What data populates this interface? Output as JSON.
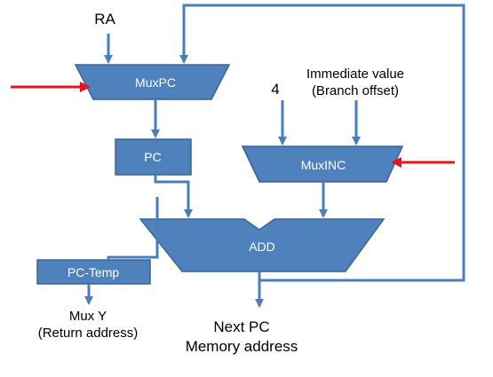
{
  "blocks": {
    "muxpc": "MuxPC",
    "pc": "PC",
    "muxinc": "MuxINC",
    "add": "ADD",
    "pc_temp": "PC-Temp"
  },
  "inputs": {
    "ra": "RA",
    "four": "4",
    "immediate_line1": "Immediate value",
    "immediate_line2": "(Branch offset)"
  },
  "outputs": {
    "mux_y_line1": "Mux Y",
    "mux_y_line2": "(Return address)",
    "next_pc_line1": "Next PC",
    "next_pc_line2": "Memory address"
  },
  "colors": {
    "block_fill": "#4f81bd",
    "wire": "#4a7ebb",
    "control_signal": "#e8141b",
    "label_text": "#000000",
    "block_text": "#ffffff"
  }
}
